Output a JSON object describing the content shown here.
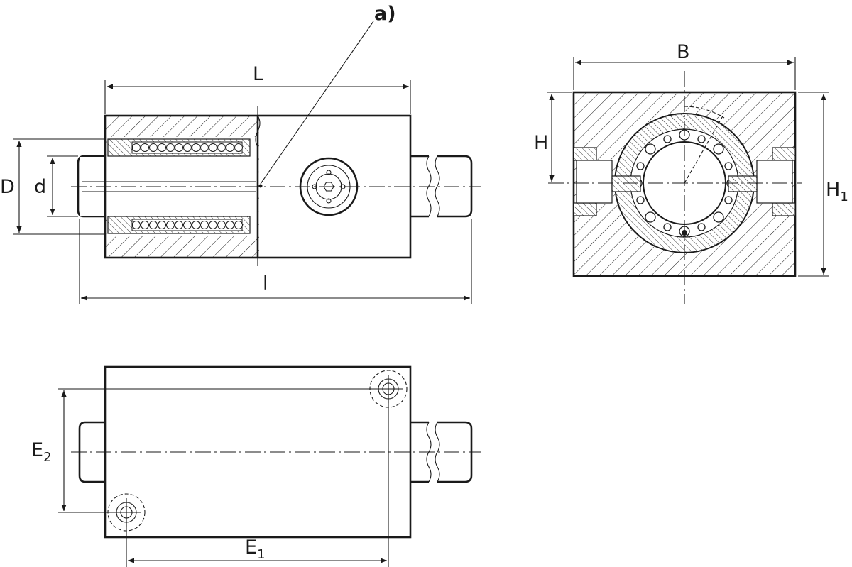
{
  "labels": {
    "note": "a)",
    "L": "L",
    "D": "D",
    "d": "d",
    "l": "l",
    "B": "B",
    "H": "H",
    "H1_main": "H",
    "H1_sub": "1",
    "E2_main": "E",
    "E2_sub": "2",
    "E1_main": "E",
    "E1_sub": "1"
  }
}
